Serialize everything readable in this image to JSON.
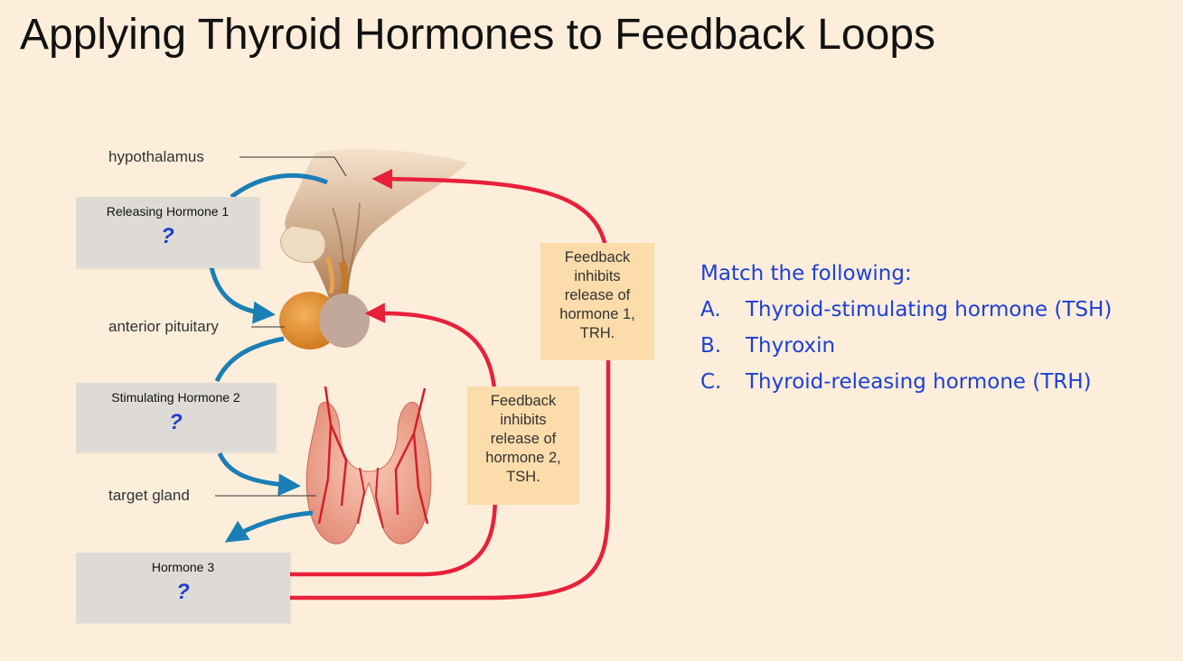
{
  "title": "Applying Thyroid Hormones to Feedback Loops",
  "diagram": {
    "labels": {
      "hypothalamus": "hypothalamus",
      "anterior_pituitary": "anterior pituitary",
      "target_gland": "target gland"
    },
    "boxes": [
      {
        "label": "Releasing Hormone 1",
        "mark": "?"
      },
      {
        "label": "Stimulating Hormone 2",
        "mark": "?"
      },
      {
        "label": "Hormone 3",
        "mark": "?"
      }
    ],
    "feedback": [
      {
        "lines": [
          "Feedback",
          "inhibits",
          "release of",
          "hormone 1,",
          "TRH."
        ]
      },
      {
        "lines": [
          "Feedback",
          "inhibits",
          "release of",
          "hormone 2,",
          "TSH."
        ]
      }
    ],
    "colors": {
      "feedback_arrow": "#e8203a",
      "flow_arrow": "#1a7fb5",
      "question_mark": "#1f3fd1"
    }
  },
  "match": {
    "heading": "Match the following:",
    "items": [
      {
        "letter": "A.",
        "text": "Thyroid-stimulating hormone (TSH)"
      },
      {
        "letter": "B.",
        "text": "Thyroxin"
      },
      {
        "letter": "C.",
        "text": "Thyroid-releasing hormone (TRH)"
      }
    ]
  }
}
